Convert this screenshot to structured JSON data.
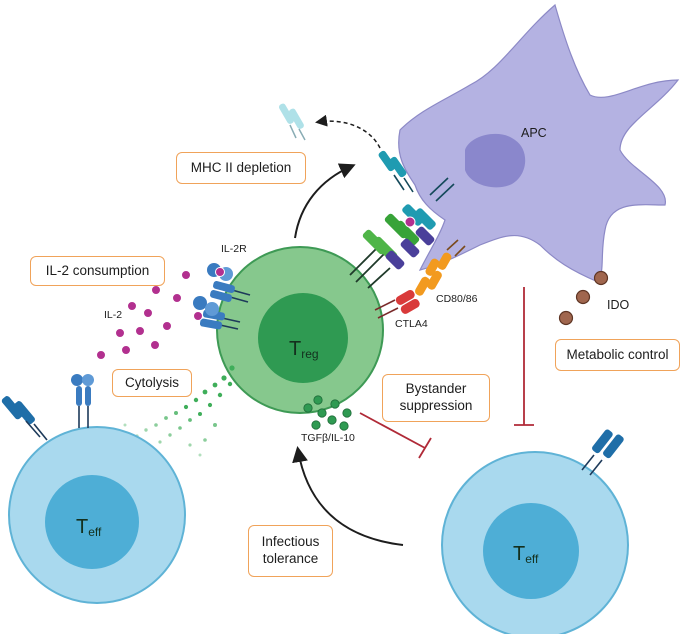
{
  "boxes": {
    "mhc_depletion": "MHC II depletion",
    "il2_consumption": "IL-2 consumption",
    "cytolysis": "Cytolysis",
    "bystander": "Bystander\nsuppression",
    "metabolic": "Metabolic control",
    "infectious": "Infectious\ntolerance"
  },
  "labels": {
    "apc": "APC",
    "il2r": "IL-2R",
    "il2": "IL-2",
    "cd80_86": "CD80/86",
    "ctla4": "CTLA4",
    "ido": "IDO",
    "tgfb_il10": "TGFβ/IL-10"
  },
  "cells": {
    "treg": {
      "main": "T",
      "sub": "reg"
    },
    "teff_left": {
      "main": "T",
      "sub": "eff"
    },
    "teff_right": {
      "main": "T",
      "sub": "eff"
    }
  },
  "colors": {
    "treg_outer": "#86c88d",
    "treg_inner": "#2f9a52",
    "teff_outer": "#a9d9ee",
    "teff_inner": "#4eaed6",
    "apc": "#b4b2e2",
    "apc_nucleus": "#8a87cc",
    "box_border": "#f0a35a",
    "inhibit": "#b02a37",
    "ido": "#a0664e",
    "il2": "#b2308f"
  }
}
